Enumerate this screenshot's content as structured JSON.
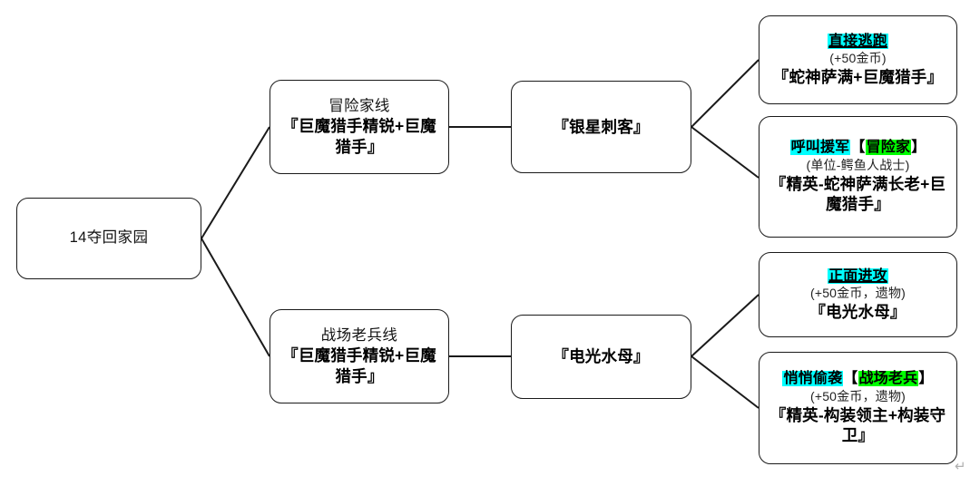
{
  "diagram": {
    "type": "flowchart",
    "orientation": "left-to-right",
    "background": "#ffffff",
    "line_color": "#1a1a1a",
    "highlight_cyan": "#00ffff",
    "highlight_green": "#00ff00"
  },
  "nodes": {
    "root": {
      "id": "root",
      "title": "14夺回家园"
    },
    "branch_adventurer": {
      "id": "branch-adventurer",
      "title": "冒险家线",
      "main": "『巨魔猎手精锐+巨魔猎手』"
    },
    "branch_veteran": {
      "id": "branch-veteran",
      "title": "战场老兵线",
      "main": "『巨魔猎手精锐+巨魔猎手』"
    },
    "enemy_silver_assassin": {
      "id": "enemy-silver-assassin",
      "main": "『银星刺客』"
    },
    "enemy_lightning_jellyfish": {
      "id": "enemy-lightning-jellyfish",
      "main": "『电光水母』"
    },
    "outcome_flee": {
      "id": "outcome-flee",
      "choice_cyan": "直接逃跑",
      "reward": "(+50金币)",
      "main": "『蛇神萨满+巨魔猎手』"
    },
    "outcome_reinforce": {
      "id": "outcome-reinforce",
      "choice_cyan": "呼叫援军",
      "bracket_open": "【",
      "choice_green": "冒险家",
      "bracket_close": "】",
      "reward": "(单位-鳄鱼人战士)",
      "main": "『精英-蛇神萨满长老+巨魔猎手』"
    },
    "outcome_frontal": {
      "id": "outcome-frontal",
      "choice_cyan": "正面进攻",
      "reward": "(+50金币，遗物)",
      "main": "『电光水母』"
    },
    "outcome_sneak": {
      "id": "outcome-sneak",
      "choice_cyan": "悄悄偷袭",
      "bracket_open": "【",
      "choice_green": "战场老兵",
      "bracket_close": "】",
      "reward": "(+50金币，遗物)",
      "main": "『精英-构装领主+构装守卫』"
    }
  },
  "marks": {
    "paragraph_return": "↵"
  }
}
